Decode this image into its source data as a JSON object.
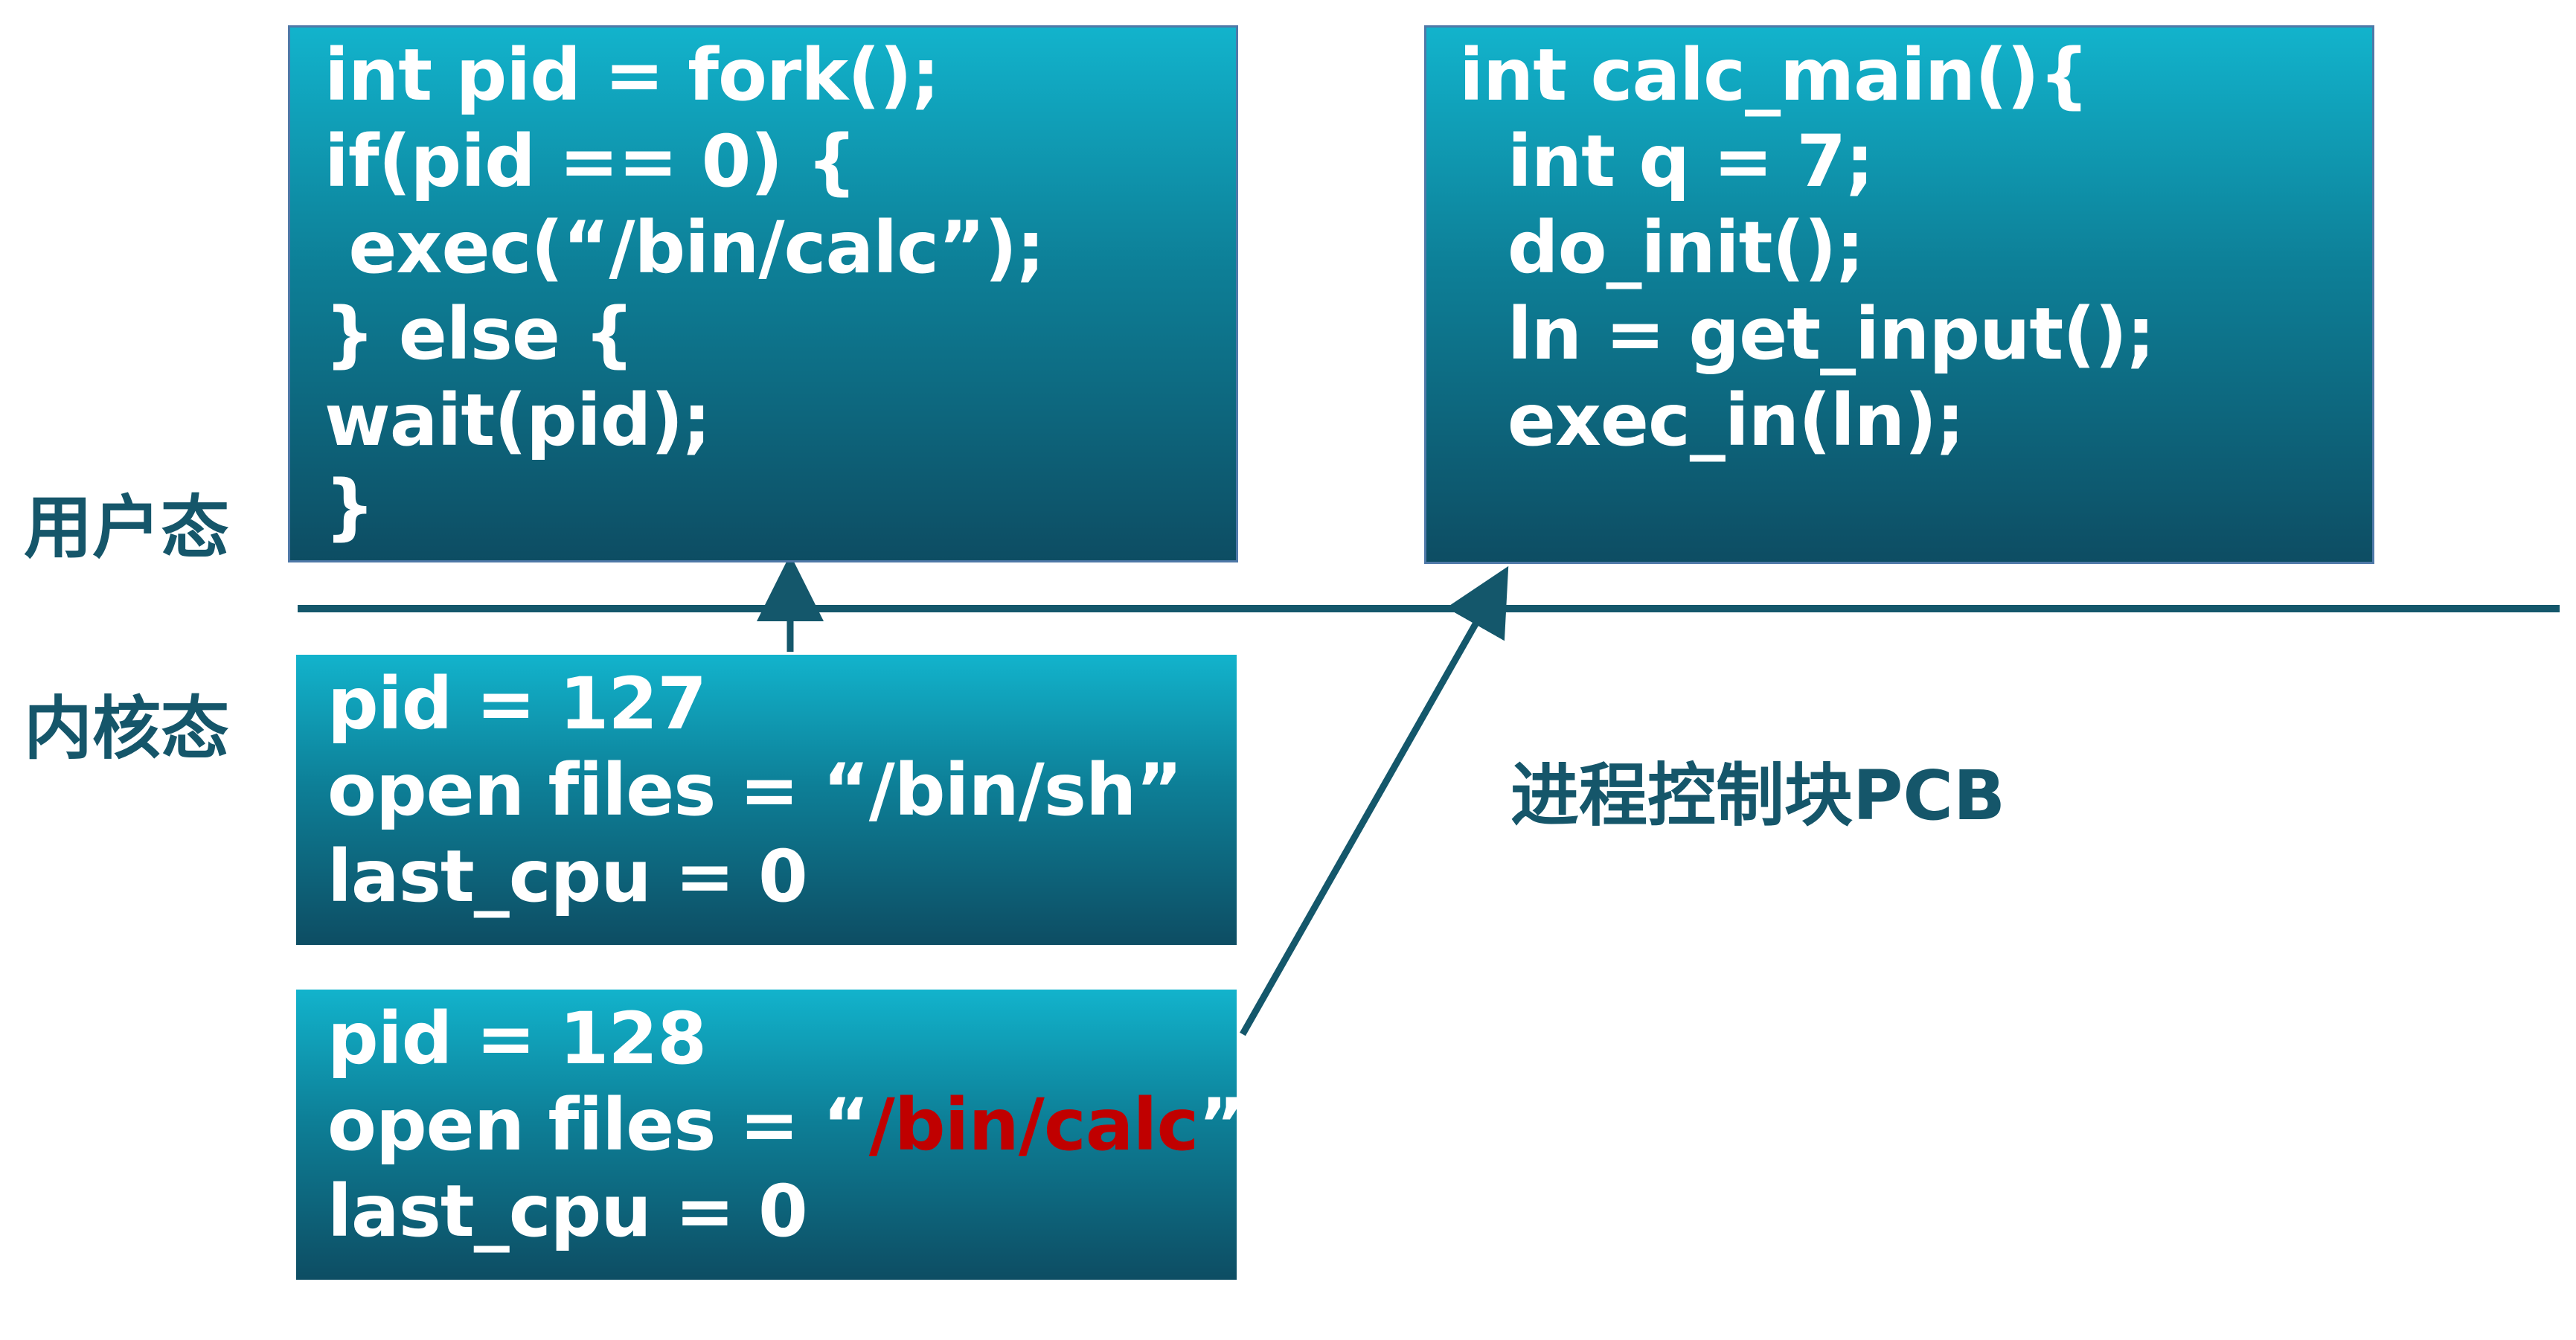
{
  "labels": {
    "user_mode": "用户态",
    "kernel_mode": "内核态",
    "pcb": "进程控制块PCB"
  },
  "shell_code": {
    "lines": [
      "int pid = fork();",
      "if(pid == 0) {",
      " exec(“/bin/calc”);",
      "} else {",
      "wait(pid);",
      "}"
    ]
  },
  "calc_code": {
    "lines": [
      "int calc_main(){",
      "  int q = 7;",
      "  do_init();",
      "  ln = get_input();",
      "  exec_in(ln);"
    ]
  },
  "pcb_127": {
    "pid": "pid = 127",
    "open_files_label": "open files = ",
    "open_files_value": "“/bin/sh”",
    "last_cpu": "last_cpu = 0"
  },
  "pcb_128": {
    "pid": "pid = 128",
    "open_files_label": "open files = ",
    "open_quote_left": "“",
    "open_files_value": "/bin/calc",
    "open_quote_right": "”",
    "last_cpu": "last_cpu = 0"
  },
  "colors": {
    "accent_red": "#c00000",
    "label_teal": "#15566a",
    "line_dark": "#14576b"
  }
}
